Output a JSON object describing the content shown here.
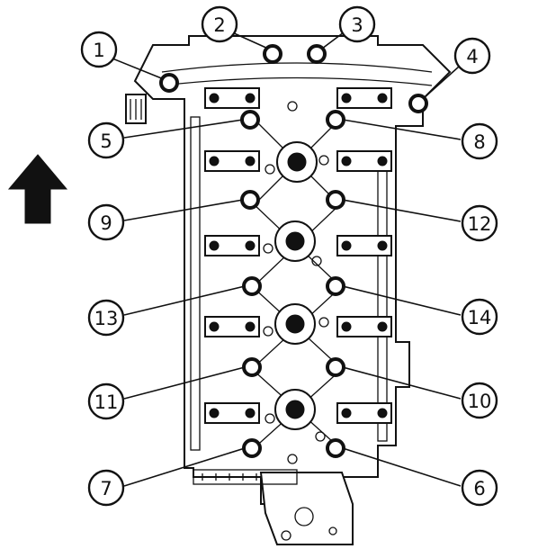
{
  "callouts": [
    {
      "n": "1"
    },
    {
      "n": "2"
    },
    {
      "n": "3"
    },
    {
      "n": "4"
    },
    {
      "n": "5"
    },
    {
      "n": "6"
    },
    {
      "n": "7"
    },
    {
      "n": "8"
    },
    {
      "n": "9"
    },
    {
      "n": "10"
    },
    {
      "n": "11"
    },
    {
      "n": "12"
    },
    {
      "n": "13"
    },
    {
      "n": "14"
    }
  ],
  "icons": {
    "direction_arrow": "up-arrow-icon"
  }
}
